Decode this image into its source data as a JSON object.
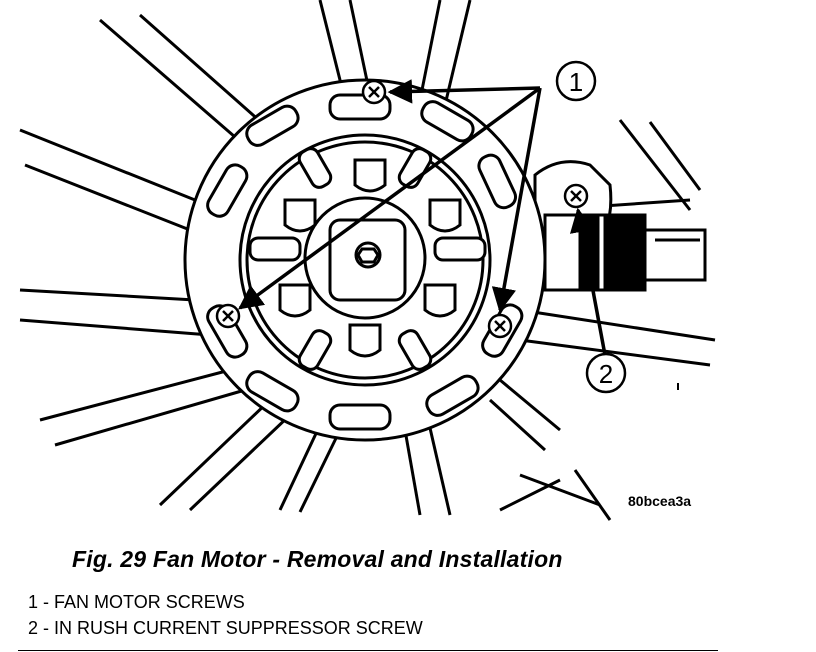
{
  "figure": {
    "reference_code": "80bcea3a",
    "callouts": [
      "1",
      "2"
    ]
  },
  "caption": "Fig. 29 Fan Motor - Removal and Installation",
  "legend": [
    {
      "number": "1",
      "separator": " - ",
      "text": "FAN MOTOR SCREWS"
    },
    {
      "number": "2",
      "separator": " - ",
      "text": "IN RUSH CURRENT SUPPRESSOR SCREW"
    }
  ]
}
